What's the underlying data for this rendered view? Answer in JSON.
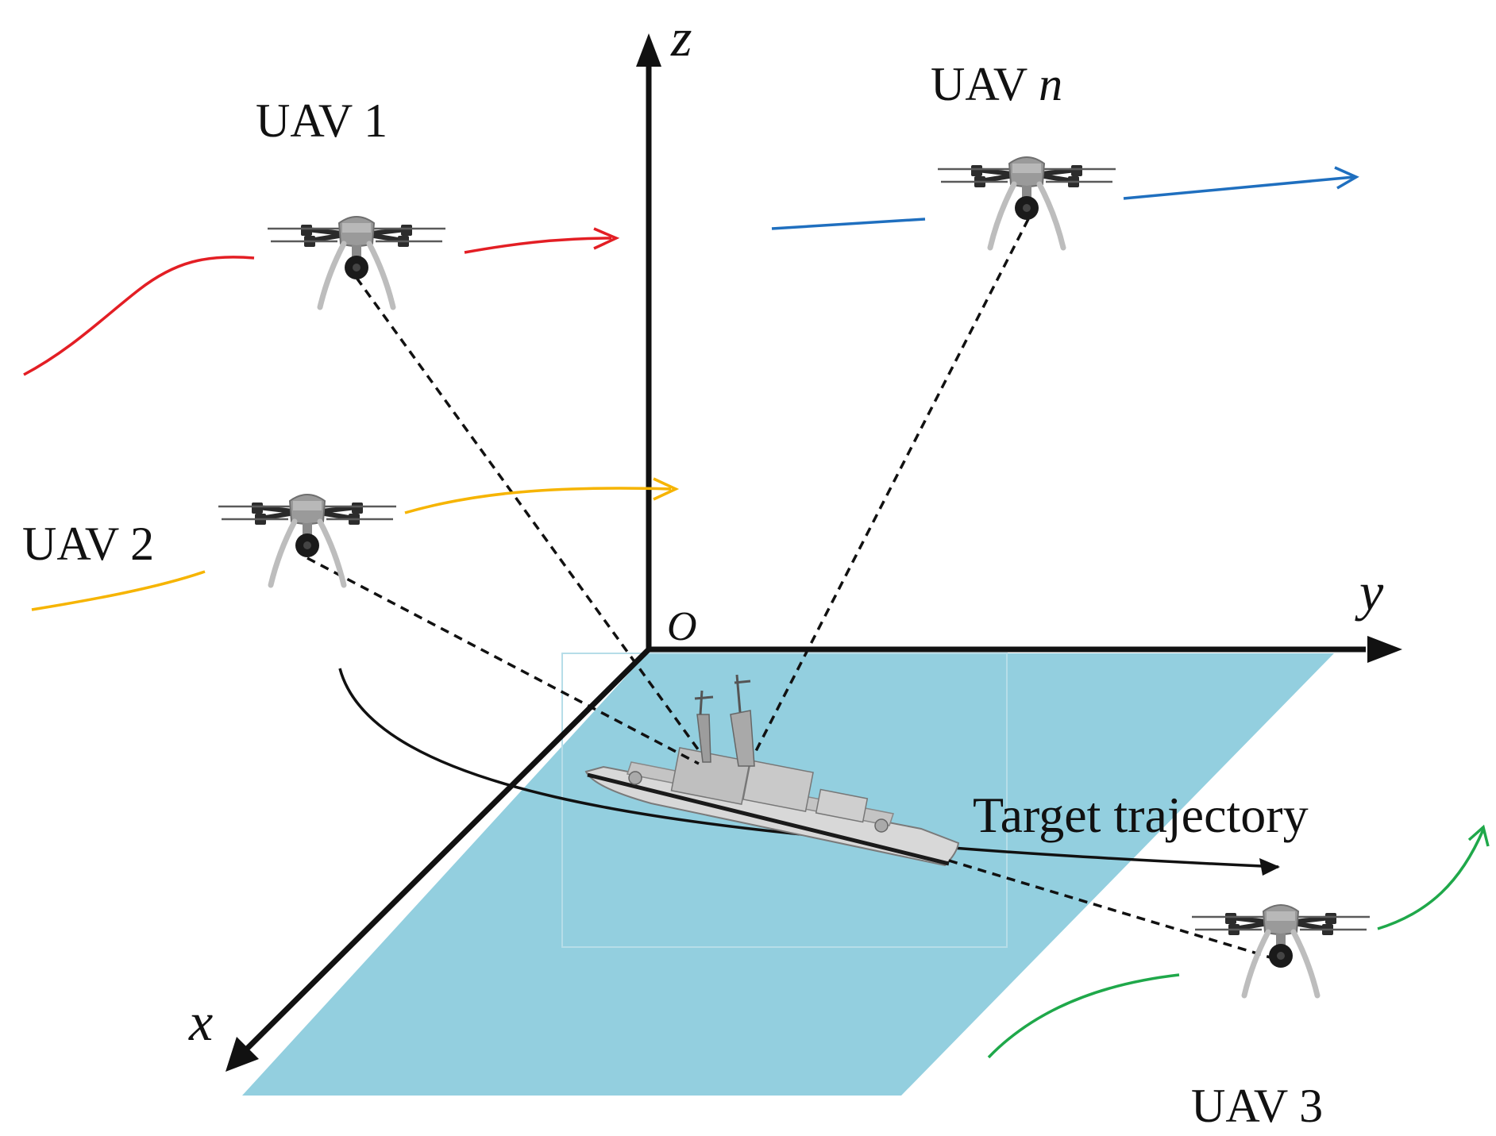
{
  "labels": {
    "uav1": "UAV 1",
    "uav2": "UAV 2",
    "uav3": "UAV 3",
    "uavn_prefix": "UAV",
    "uavn_index": "n",
    "target_trajectory": "Target trajectory",
    "axis_x": "x",
    "axis_y": "y",
    "axis_z": "z",
    "origin": "O"
  },
  "colors": {
    "uav1_path": "#e31e24",
    "uav2_path": "#f6b400",
    "uav3_path": "#1fa84a",
    "uavn_path": "#1f6fbf",
    "ground_plane": "#93cfdf",
    "axes": "#111111",
    "sight_lines": "#111111"
  },
  "icons": {
    "uav": "quadcopter-drone-icon",
    "target": "warship-icon"
  }
}
